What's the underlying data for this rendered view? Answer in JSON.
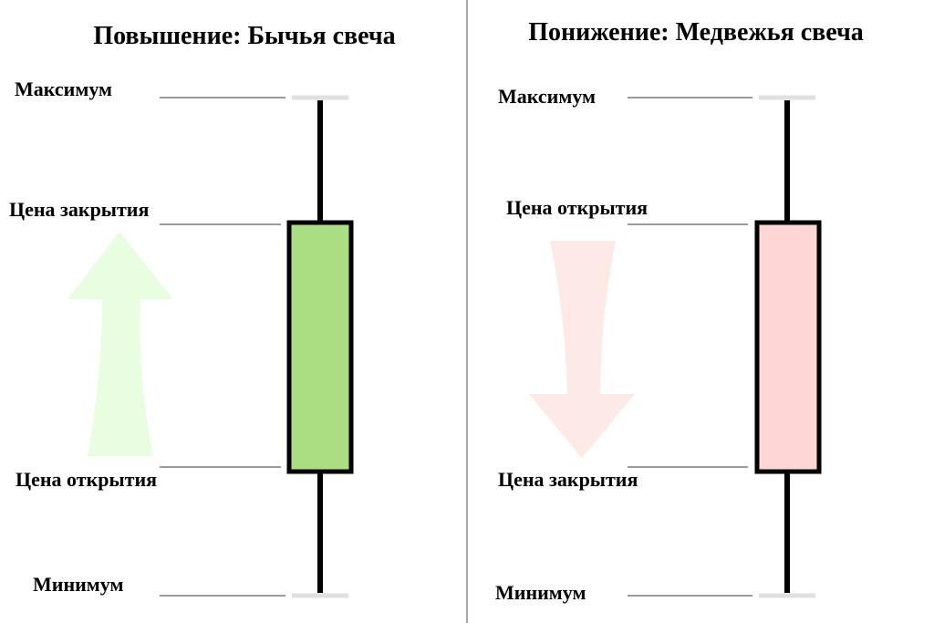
{
  "colors": {
    "bull_body": "#abde83",
    "bear_body": "#ffd6d6",
    "bull_arrow": "#e9fde0",
    "bear_arrow": "#fde9e6",
    "guide_line": "#9a9a9a",
    "cap_line": "#e0e0e0",
    "divider": "#555555"
  },
  "left": {
    "title": "Повышение: Бычья свеча",
    "high_label": "Максимум",
    "close_label": "Цена закрытия",
    "open_label": "Цена открытия",
    "low_label": "Минимум",
    "arrow_icon": "arrow-up-icon"
  },
  "right": {
    "title": "Понижение: Медвежья свеча",
    "high_label": "Максимум",
    "open_label": "Цена открытия",
    "close_label": "Цена закрытия",
    "low_label": "Минимум",
    "arrow_icon": "arrow-down-icon"
  }
}
